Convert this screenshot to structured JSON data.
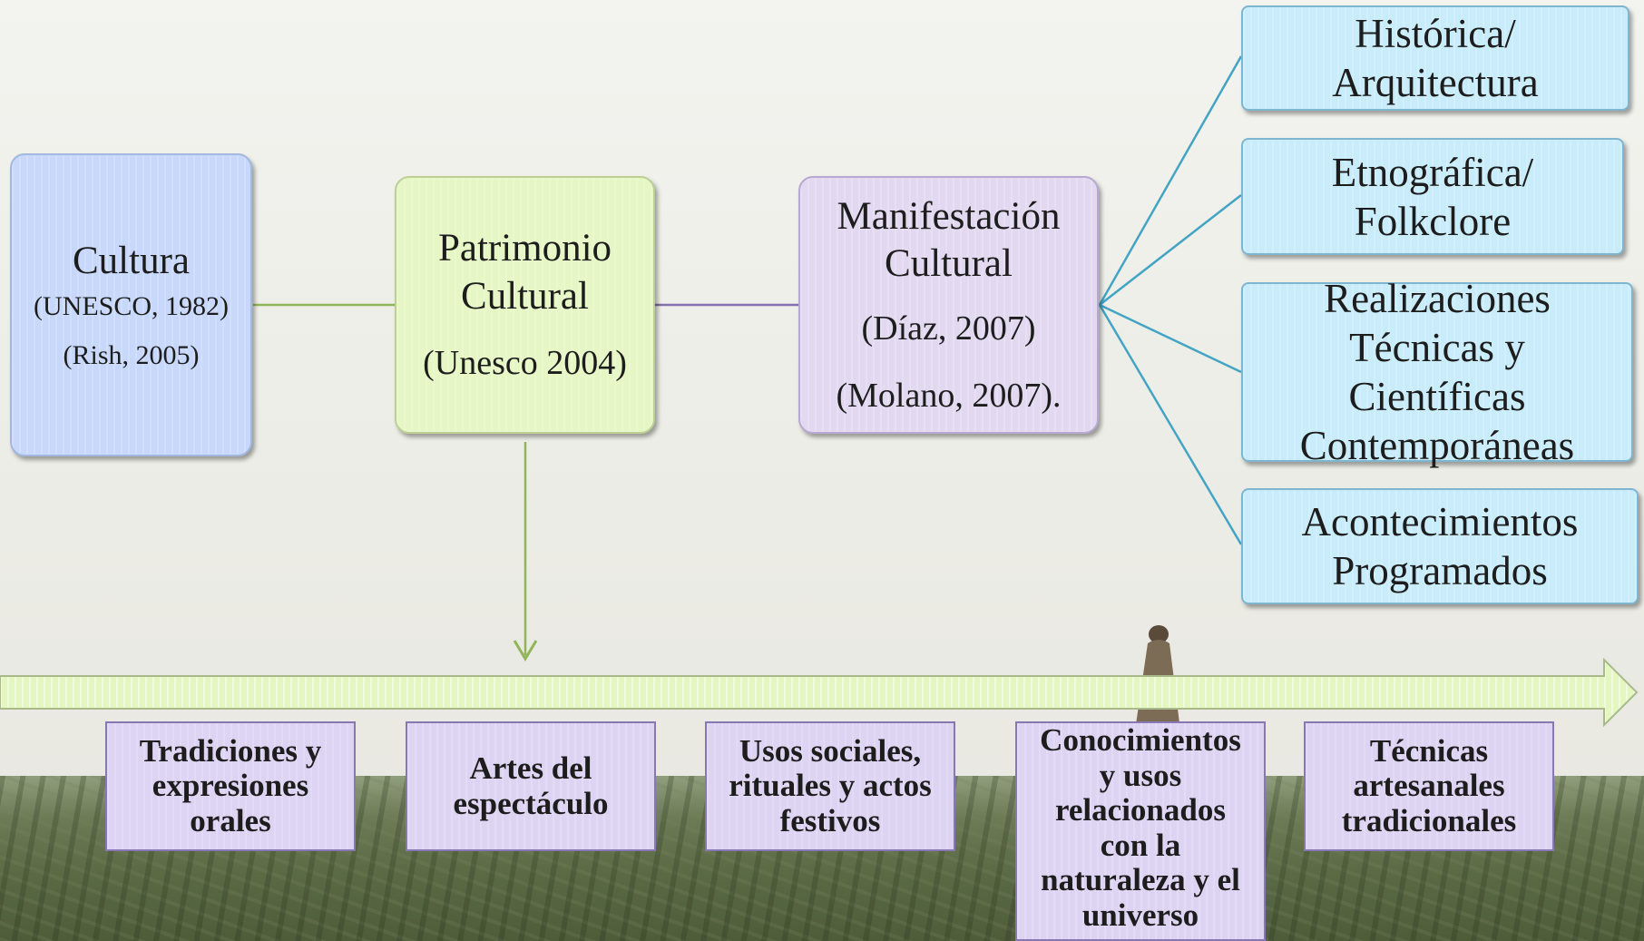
{
  "cultura": {
    "title": "Cultura",
    "ref1": "(UNESCO, 1982)",
    "ref2": "(Rish, 2005)"
  },
  "patrimonio": {
    "line1": "Patrimonio",
    "line2": "Cultural",
    "ref": "(Unesco 2004)"
  },
  "manifestacion": {
    "line1": "Manifestación",
    "line2": "Cultural",
    "ref1": "(Díaz, 2007)",
    "ref2": "(Molano, 2007)."
  },
  "categories": [
    {
      "line1": "Histórica/",
      "line2": "Arquitectura"
    },
    {
      "line1": "Etnográfica/",
      "line2": "Folkclore"
    },
    {
      "line1": "Realizaciones",
      "line2": "Técnicas y",
      "line3": "Científicas",
      "line4": "Contemporáneas"
    },
    {
      "line1": "Acontecimientos",
      "line2": "Programados"
    }
  ],
  "domains": [
    {
      "line1": "Tradiciones y",
      "line2": "expresiones",
      "line3": "orales"
    },
    {
      "line1": "Artes del",
      "line2": "espectáculo"
    },
    {
      "line1": "Usos sociales,",
      "line2": "rituales y actos",
      "line3": "festivos"
    },
    {
      "line1": "Conocimientos",
      "line2": "y usos",
      "line3": "relacionados",
      "line4": "con la",
      "line5": "naturaleza y el",
      "line6": "universo"
    },
    {
      "line1": "Técnicas",
      "line2": "artesanales",
      "line3": "tradicionales"
    }
  ],
  "colors": {
    "cultura": "#c7d8fb",
    "patrimonio": "#e6f6c4",
    "manifestacion": "#e2d9f1",
    "categories": "#c8ecfa",
    "domains": "#ddd3f2",
    "connector_green": "#8fb558",
    "connector_violet": "#7f6fb0",
    "connector_cyan": "#43a4c4"
  }
}
